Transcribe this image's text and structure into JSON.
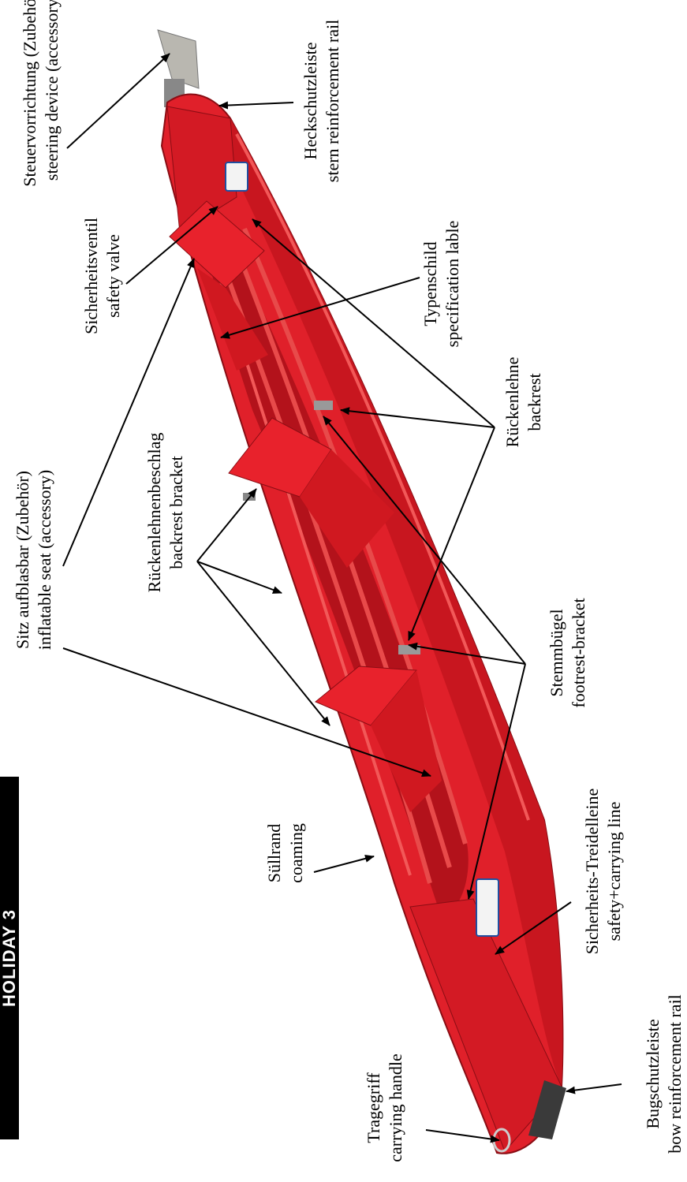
{
  "side_tab": {
    "text": "HOLIDAY 3"
  },
  "callouts": [
    {
      "id": "steering",
      "de": "Steuervorrichtung (Zubehör)",
      "en": "steering device (accessory)"
    },
    {
      "id": "stern-rail",
      "de": "Heckschutzleiste",
      "en": "stern reinforcement rail"
    },
    {
      "id": "safety-valve",
      "de": "Sicherheitsventil",
      "en": "safety valve"
    },
    {
      "id": "spec-label",
      "de": "Typenschild",
      "en": "specification lable"
    },
    {
      "id": "backrest",
      "de": "Rückenlehne",
      "en": "backrest"
    },
    {
      "id": "inflatable-seat",
      "de": "Sitz aufblasbar (Zubehör)",
      "en": "inflatable seat (accessory)"
    },
    {
      "id": "backrest-bracket",
      "de": "Rückenlehnenbeschlag",
      "en": "backrest bracket"
    },
    {
      "id": "footrest",
      "de": "Stemmbügel",
      "en": "footrest-bracket"
    },
    {
      "id": "coaming",
      "de": "Süllrand",
      "en": "coaming"
    },
    {
      "id": "safety-line",
      "de": "Sicherheits-Treidelleine",
      "en": "safety+carrying line"
    },
    {
      "id": "bow-rail",
      "de": "Bugschutzleiste",
      "en": "bow reinforcement rail"
    },
    {
      "id": "handle",
      "de": "Tragegriff",
      "en": "carrying handle"
    }
  ],
  "colors": {
    "hull": "#e0202a",
    "hull_dark": "#a8121a",
    "hull_light": "#f04a4a",
    "rudder": "#b9b7b0"
  }
}
